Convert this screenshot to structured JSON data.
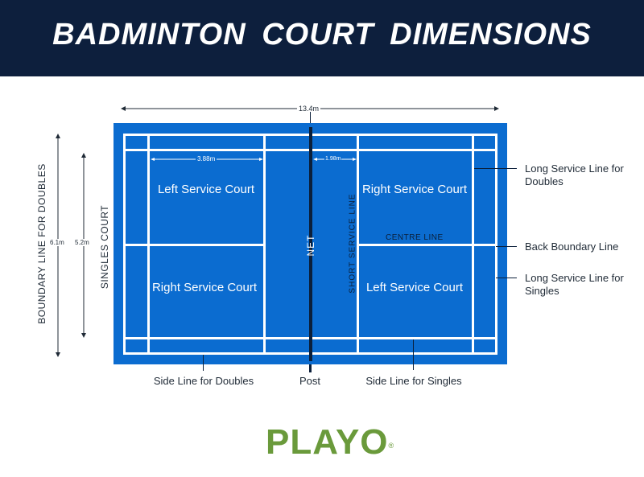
{
  "header": {
    "title": "BADMINTON  COURT  DIMENSIONS"
  },
  "dimensions": {
    "total_length": "13.4m",
    "service_court_length": "3.88m",
    "short_service_distance": "1.98m",
    "doubles_width": "6.1m",
    "singles_width": "5.2m"
  },
  "court": {
    "net_label": "NET",
    "short_service_line_label": "SHORT  SERVICE  LINE",
    "centre_line_label": "CENTRE LINE",
    "boxes": {
      "top_left": "Left Service Court",
      "bottom_left": "Right Service Court",
      "top_right": "Right Service Court",
      "bottom_right": "Left Service Court"
    }
  },
  "side_labels": {
    "boundary_doubles": "BOUNDARY  LINE  FOR  DOUBLES",
    "singles_court": "SINGLES  COURT"
  },
  "callouts": {
    "long_service_doubles": "Long Service Line for Doubles",
    "back_boundary": "Back Boundary Line",
    "long_service_singles": "Long Service Line for Singles",
    "side_line_doubles": "Side Line for Doubles",
    "post": "Post",
    "side_line_singles": "Side Line for Singles"
  },
  "brand": {
    "logo_text": "PLAYO",
    "registered_mark": "®"
  },
  "colors": {
    "header_bg": "#0d1f3d",
    "court_blue": "#0b6cd0",
    "line_white": "#ffffff",
    "net_dark": "#0b1f3a",
    "logo_green": "#6a9a3b"
  }
}
